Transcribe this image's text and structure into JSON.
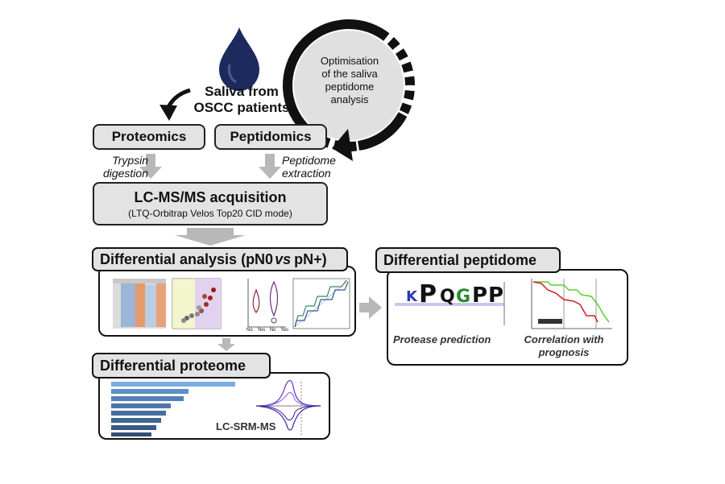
{
  "source_line1": "Saliva from",
  "source_line2": "OSCC patients",
  "optimisation": [
    "Optimisation",
    "of the saliva",
    "peptidome",
    "analysis"
  ],
  "proteomics": "Proteomics",
  "peptidomics": "Peptidomics",
  "trypsin_1": "Trypsin",
  "trypsin_2": "digestion",
  "peptidome_1": "Peptidome",
  "peptidome_2": "extraction",
  "lcms_title": "LC-MS/MS acquisition",
  "lcms_sub": "(LTQ-Orbitrap Velos Top20 CID mode)",
  "diff_analysis_pre": "Differential analysis (pN0 ",
  "diff_analysis_vs": "vs",
  "diff_analysis_post": " pN+)",
  "diff_peptidome": "Differential peptidome",
  "protease_prediction": "Protease prediction",
  "correlation_1": "Correlation with",
  "correlation_2": "prognosis",
  "diff_proteome": "Differential proteome",
  "lcsrm": "LC-SRM-MS",
  "logo_letters": [
    "K",
    "P",
    "Q",
    "G",
    "P",
    "P"
  ],
  "violin_ticks": [
    "No",
    "Yes",
    "No",
    "Yes"
  ],
  "colors": {
    "drop": "#1c2a5e",
    "box_fill": "#e3e3e3",
    "arrow_grey": "#b8b8b8",
    "bar_blue": "#5b8fc7"
  }
}
